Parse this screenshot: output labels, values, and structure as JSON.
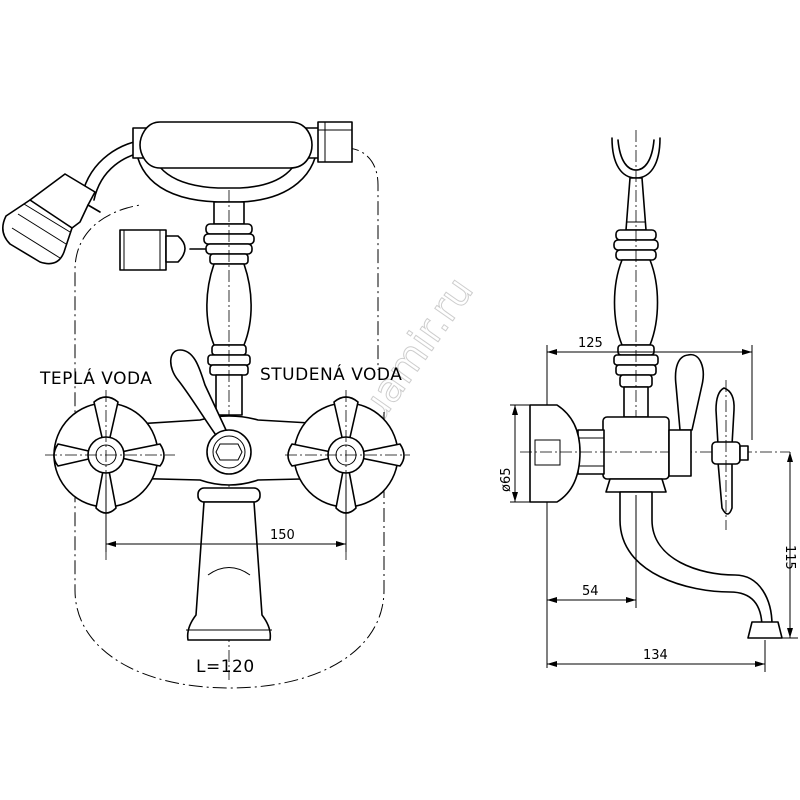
{
  "labels": {
    "warm_water": "TEPLÁ VODA",
    "cold_water": "STUDENÁ VODA",
    "length": "L=120"
  },
  "dimensions": {
    "center_distance": "150",
    "depth_top": "125",
    "flange_diameter": "ø65",
    "spout_offset": "54",
    "spout_reach": "134",
    "spout_height": "115"
  },
  "watermark": "aquamir.ru",
  "colors": {
    "line": "#000000",
    "background": "#ffffff",
    "watermark": "#c8c8c8"
  }
}
